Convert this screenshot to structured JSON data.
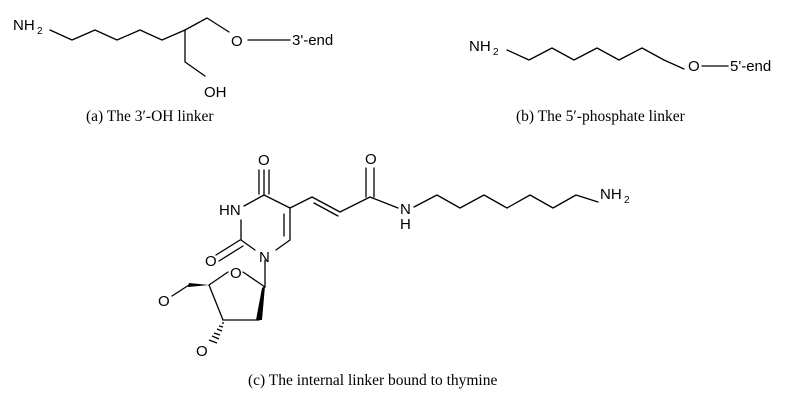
{
  "panel_a": {
    "amine_label": "NH",
    "amine_subscript": "2",
    "ether_oxygen": "O",
    "end_label": "3'-end",
    "hydroxyl": "OH",
    "caption": "(a) The 3′-OH linker"
  },
  "panel_b": {
    "amine_label": "NH",
    "amine_subscript": "2",
    "ether_oxygen": "O",
    "end_label": "5'-end",
    "caption": "(b) The 5′-phosphate linker"
  },
  "panel_c": {
    "carbonyl_oxygen_top": "O",
    "ring_nh": "HN",
    "carbonyl_oxygen_left": "O",
    "ring_n": "N",
    "amide_oxygen": "O",
    "amide_n": "N",
    "amide_h": "H",
    "terminal_amine": "NH",
    "terminal_amine_subscript": "2",
    "sugar_ring_oxygen": "O",
    "sugar_oxygen_5prime": "O",
    "sugar_oxygen_3prime": "O",
    "caption": "(c) The internal linker bound to thymine"
  }
}
